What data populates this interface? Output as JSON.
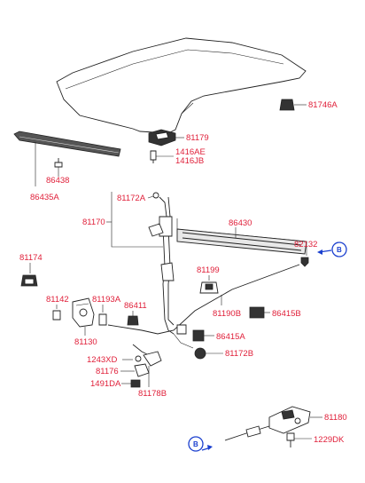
{
  "parts": {
    "p81746A": "81746A",
    "p81179": "81179",
    "p1416AE": "1416AE",
    "p1416JB": "1416JB",
    "p86438": "86438",
    "p86435A": "86435A",
    "p81172A": "81172A",
    "p86430": "86430",
    "p81170": "81170",
    "p82132": "82132",
    "p81174": "81174",
    "p81199": "81199",
    "p81142": "81142",
    "p81193A": "81193A",
    "p86411": "86411",
    "p81130": "81130",
    "p81190B": "81190B",
    "p86415B": "86415B",
    "p86415A": "86415A",
    "p1243XD": "1243XD",
    "p81176": "81176",
    "p1491DA": "1491DA",
    "p81172B": "81172B",
    "p81178B": "81178B",
    "p81180": "81180",
    "p1229DK": "1229DK"
  },
  "refs": {
    "ref_top": "B",
    "ref_bottom": "B"
  },
  "colors": {
    "label": "#e0203a",
    "ref": "#1a3fcf",
    "line": "#222222"
  }
}
